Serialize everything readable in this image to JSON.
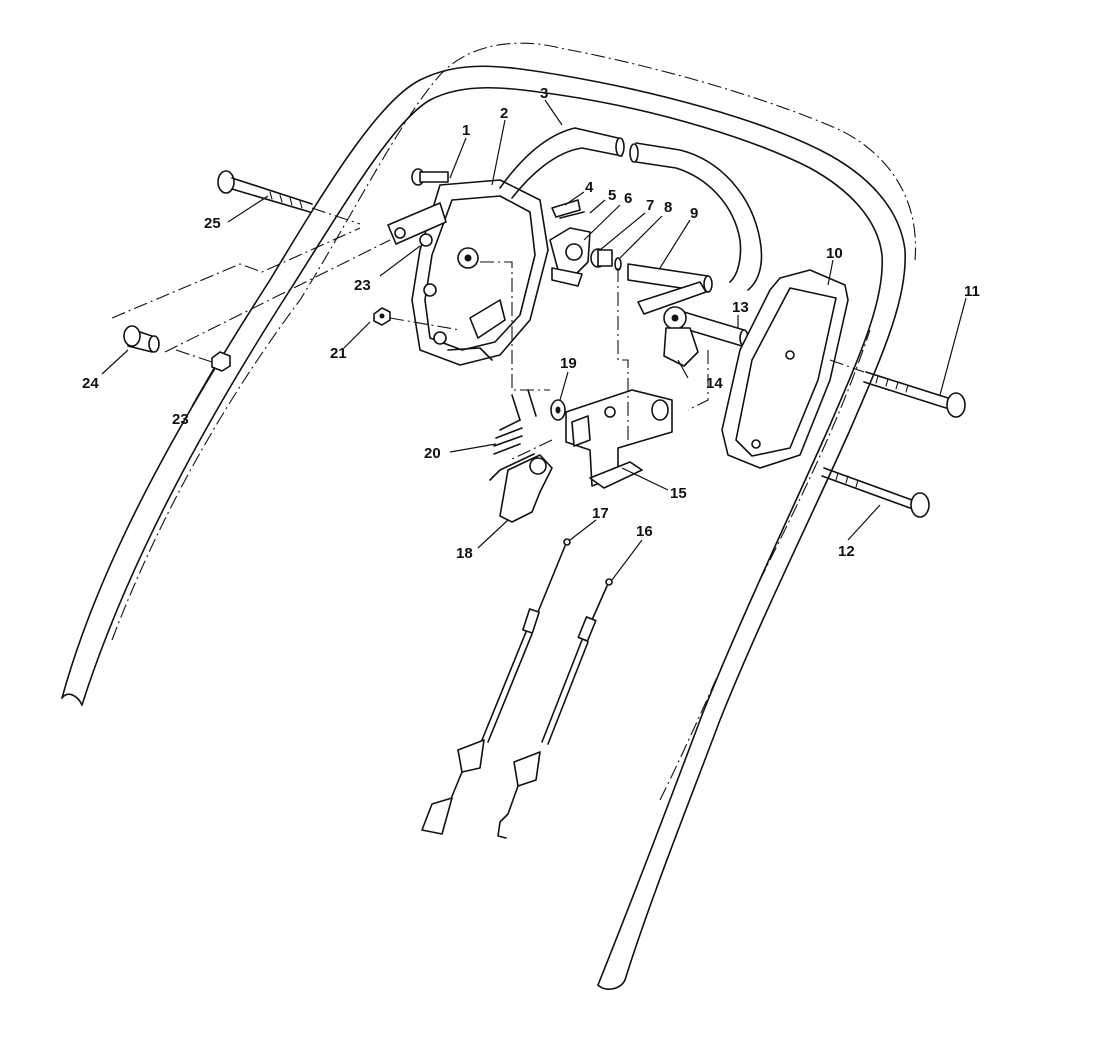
{
  "diagram": {
    "callouts": [
      {
        "id": "c1",
        "text": "1"
      },
      {
        "id": "c2",
        "text": "2"
      },
      {
        "id": "c3",
        "text": "3"
      },
      {
        "id": "c4",
        "text": "4"
      },
      {
        "id": "c5",
        "text": "5"
      },
      {
        "id": "c6",
        "text": "6"
      },
      {
        "id": "c7",
        "text": "7"
      },
      {
        "id": "c8",
        "text": "8"
      },
      {
        "id": "c9",
        "text": "9"
      },
      {
        "id": "c10",
        "text": "10"
      },
      {
        "id": "c11",
        "text": "11"
      },
      {
        "id": "c12",
        "text": "12"
      },
      {
        "id": "c13",
        "text": "13"
      },
      {
        "id": "c14",
        "text": "14"
      },
      {
        "id": "c15",
        "text": "15"
      },
      {
        "id": "c16",
        "text": "16"
      },
      {
        "id": "c17",
        "text": "17"
      },
      {
        "id": "c18",
        "text": "18"
      },
      {
        "id": "c19",
        "text": "19"
      },
      {
        "id": "c20",
        "text": "20"
      },
      {
        "id": "c21",
        "text": "21"
      },
      {
        "id": "c23a",
        "text": "23"
      },
      {
        "id": "c23b",
        "text": "23"
      },
      {
        "id": "c24",
        "text": "24"
      },
      {
        "id": "c25",
        "text": "25"
      }
    ]
  }
}
